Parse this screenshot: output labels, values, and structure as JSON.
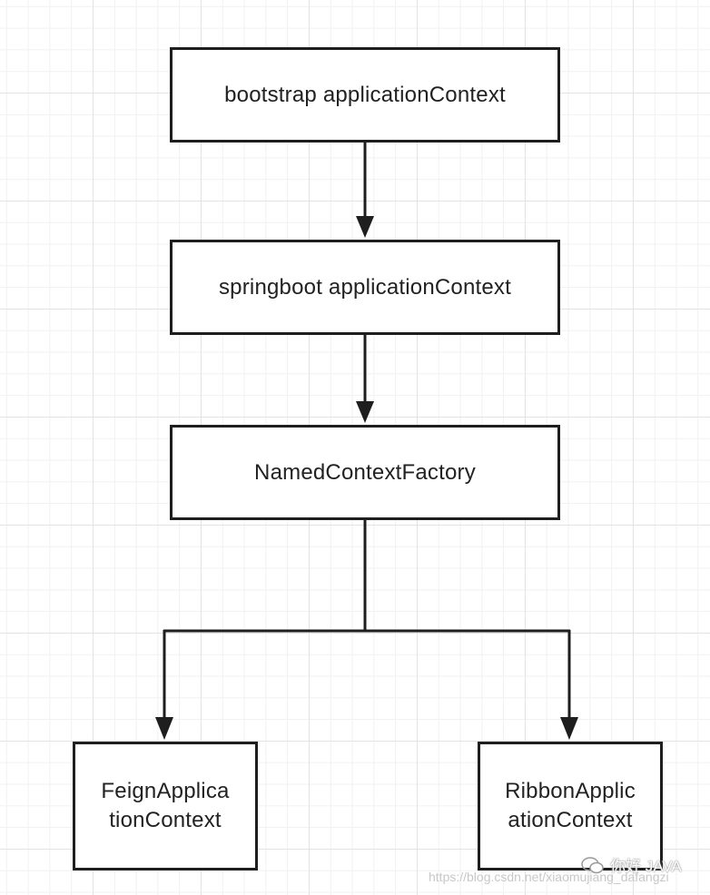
{
  "nodes": {
    "bootstrap": {
      "label": "bootstrap applicationContext"
    },
    "springboot": {
      "label": "springboot applicationContext"
    },
    "named_context_factory": {
      "label": "NamedContextFactory"
    },
    "feign": {
      "line1": "FeignApplica",
      "line2": "tionContext"
    },
    "ribbon": {
      "line1": "RibbonApplic",
      "line2": "ationContext"
    }
  },
  "edges": [
    {
      "from": "bootstrap",
      "to": "springboot"
    },
    {
      "from": "springboot",
      "to": "named_context_factory"
    },
    {
      "from": "named_context_factory",
      "to": "feign"
    },
    {
      "from": "named_context_factory",
      "to": "ribbon"
    }
  ],
  "watermark": {
    "brand": "你好 JAVA",
    "url": "https://blog.csdn.net/xiaomujiang_dafangzi"
  },
  "colors": {
    "line": "#1e1e1e",
    "box_border": "#1e1e1e",
    "text": "#222222"
  }
}
